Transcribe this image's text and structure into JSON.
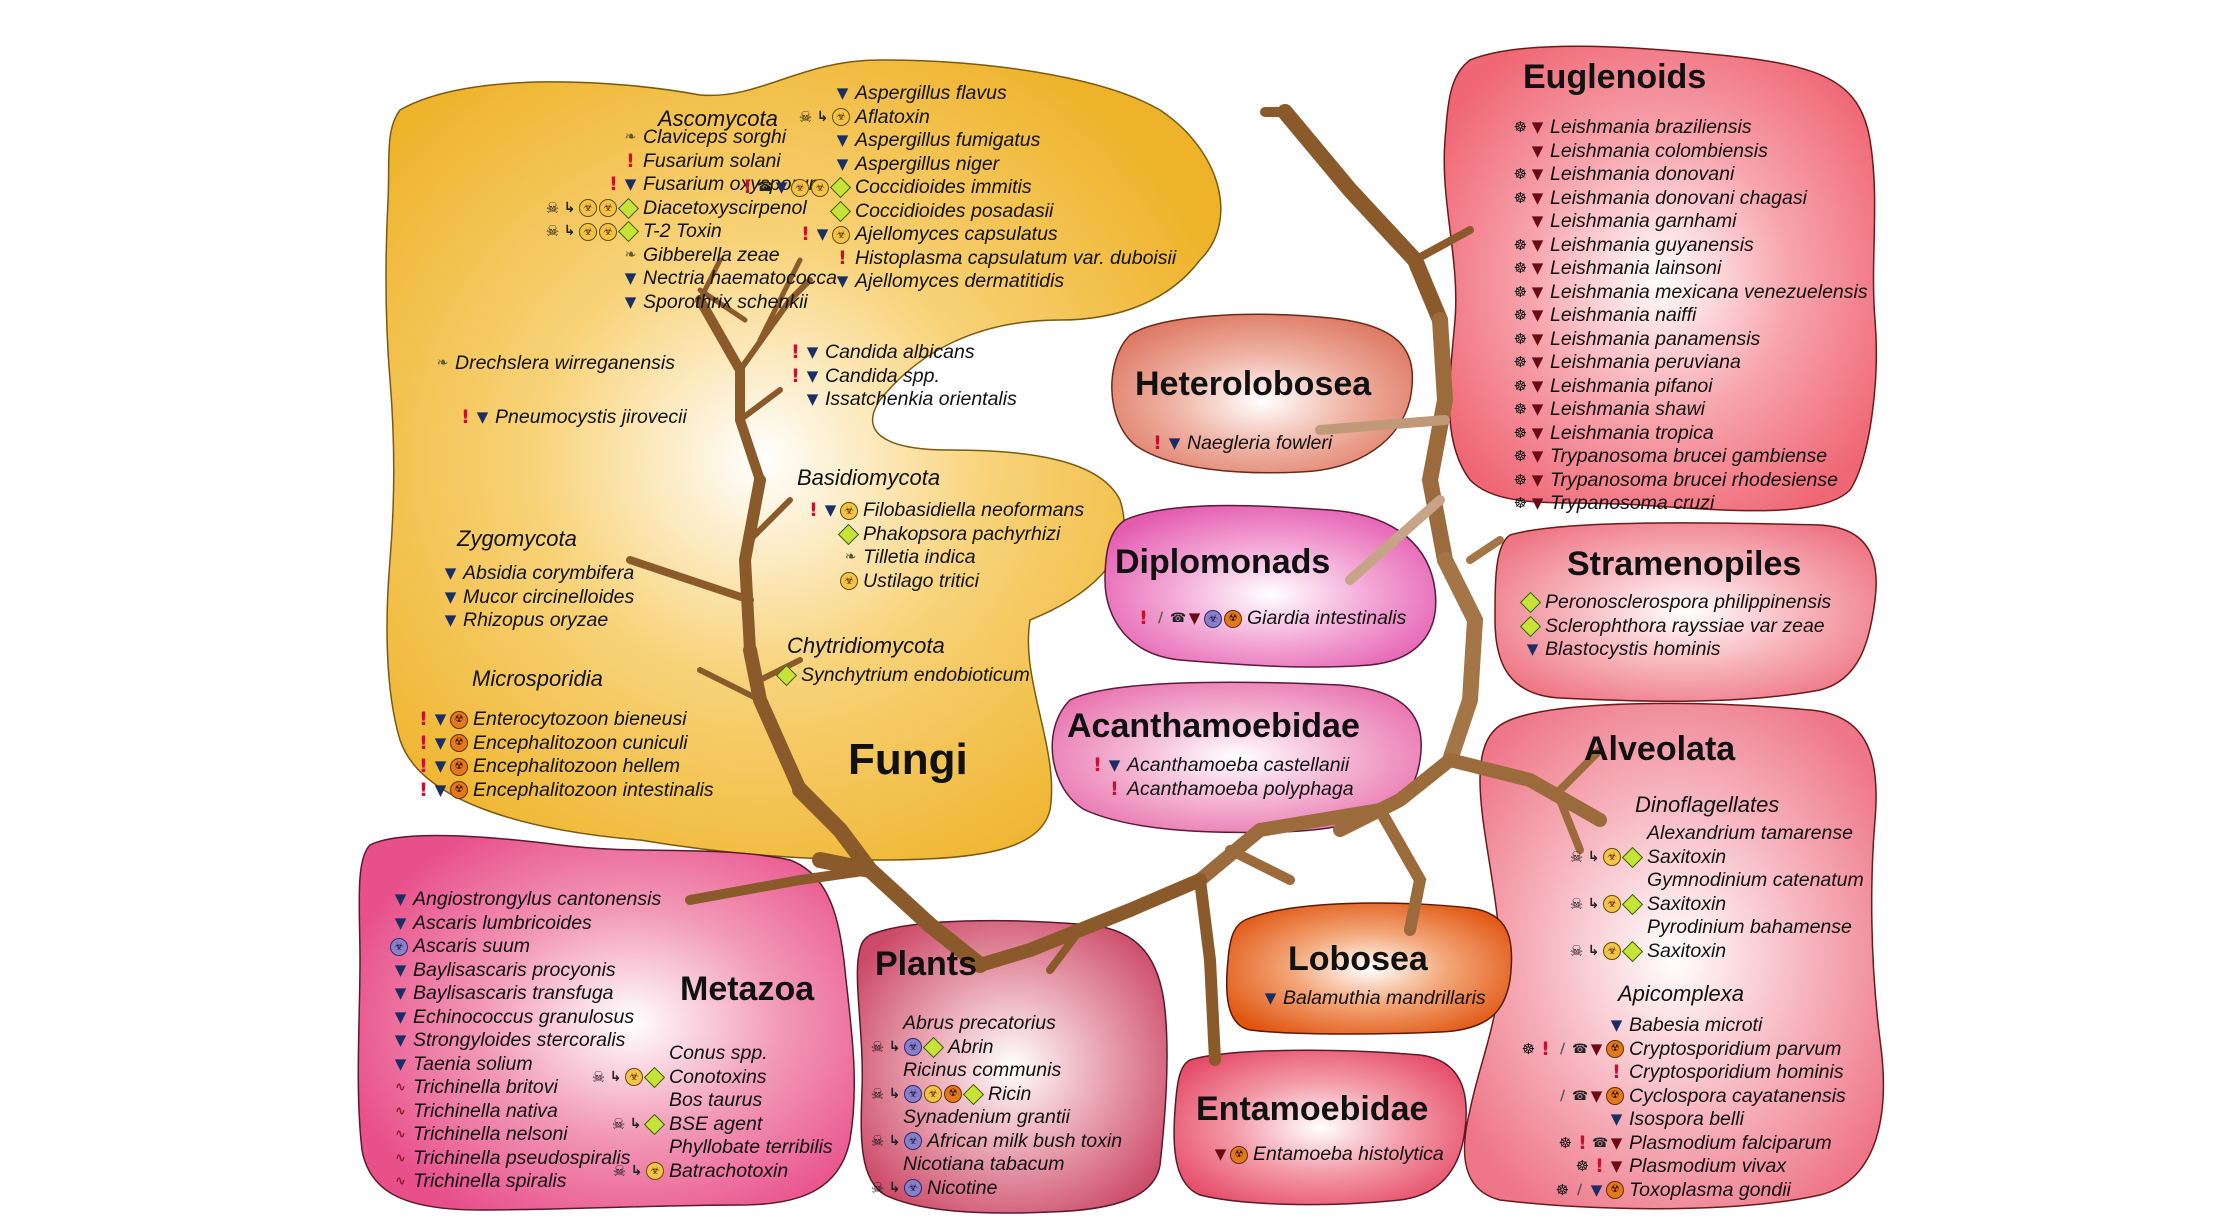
{
  "groups": {
    "fungi": {
      "title": "Fungi",
      "ascomycota": {
        "label": "Ascomycota",
        "left": [
          {
            "name": "Claviceps sorghi",
            "icons": [
              "leaf"
            ]
          },
          {
            "name": "Fusarium solani",
            "icons": [
              "ex"
            ]
          },
          {
            "name": "Fusarium oxysporum",
            "icons": [
              "ex",
              "funnel"
            ]
          },
          {
            "name": "Diacetoxyscirpenol",
            "icons": [
              "bones",
              "arrow",
              "bio",
              "bio",
              "diamond"
            ]
          },
          {
            "name": "T-2 Toxin",
            "icons": [
              "bones",
              "arrow",
              "bio",
              "bio",
              "diamond"
            ]
          },
          {
            "name": "Gibberella zeae",
            "icons": [
              "leaf"
            ]
          },
          {
            "name": "Nectria haematococca",
            "icons": [
              "funnel"
            ]
          },
          {
            "name": "Sporothrix schenkii",
            "icons": [
              "funnel"
            ]
          }
        ],
        "right": [
          {
            "name": "Aspergillus flavus",
            "icons": [
              "funnel"
            ]
          },
          {
            "name": "Aflatoxin",
            "icons": [
              "bones",
              "arrow",
              "bio"
            ]
          },
          {
            "name": "Aspergillus fumigatus",
            "icons": [
              "funnel"
            ]
          },
          {
            "name": "Aspergillus niger",
            "icons": [
              "funnel"
            ]
          },
          {
            "name": "Coccidioides immitis",
            "icons": [
              "ex",
              "phone",
              "funnel",
              "bio",
              "bio",
              "diamond"
            ]
          },
          {
            "name": "Coccidioides posadasii",
            "icons": [
              "diamond"
            ]
          },
          {
            "name": "Ajellomyces capsulatus",
            "icons": [
              "ex",
              "funnel",
              "bio"
            ]
          },
          {
            "name": "Histoplasma capsulatum var. duboisii",
            "icons": [
              "ex"
            ]
          },
          {
            "name": "Ajellomyces dermatitidis",
            "icons": [
              "funnel"
            ]
          }
        ],
        "drechslera": {
          "name": "Drechslera wirreganensis",
          "icons": [
            "leaf"
          ]
        },
        "pneumocystis": {
          "name": "Pneumocystis jirovecii",
          "icons": [
            "ex",
            "funnel"
          ]
        },
        "candida": [
          {
            "name": "Candida albicans",
            "icons": [
              "ex",
              "funnel"
            ]
          },
          {
            "name": "Candida spp.",
            "icons": [
              "ex",
              "funnel"
            ]
          },
          {
            "name": "Issatchenkia orientalis",
            "icons": [
              "funnel"
            ]
          }
        ]
      },
      "basidiomycota": {
        "label": "Basidiomycota",
        "items": [
          {
            "name": "Filobasidiella neoformans",
            "icons": [
              "ex",
              "funnel",
              "bio"
            ]
          },
          {
            "name": "Phakopsora pachyrhizi",
            "icons": [
              "diamond"
            ]
          },
          {
            "name": "Tilletia indica",
            "icons": [
              "leaf"
            ]
          },
          {
            "name": "Ustilago tritici",
            "icons": [
              "bio"
            ]
          }
        ]
      },
      "zygomycota": {
        "label": "Zygomycota",
        "items": [
          {
            "name": "Absidia corymbifera",
            "icons": [
              "funnel"
            ]
          },
          {
            "name": "Mucor circinelloides",
            "icons": [
              "funnel"
            ]
          },
          {
            "name": "Rhizopus oryzae",
            "icons": [
              "funnel"
            ]
          }
        ]
      },
      "chytridiomycota": {
        "label": "Chytridiomycota",
        "items": [
          {
            "name": "Synchytrium endobioticum",
            "icons": [
              "diamond"
            ]
          }
        ]
      },
      "microsporidia": {
        "label": "Microsporidia",
        "items": [
          {
            "name": "Enterocytozoon bieneusi",
            "icons": [
              "ex",
              "funnel",
              "orange"
            ]
          },
          {
            "name": "Encephalitozoon cuniculi",
            "icons": [
              "ex",
              "funnel",
              "orange"
            ]
          },
          {
            "name": "Encephalitozoon hellem",
            "icons": [
              "ex",
              "funnel",
              "orange"
            ]
          },
          {
            "name": "Encephalitozoon intestinalis",
            "icons": [
              "ex",
              "funnel",
              "orange"
            ]
          }
        ]
      }
    },
    "euglenoids": {
      "title": "Euglenoids",
      "items": [
        {
          "name": "Leishmania braziliensis",
          "icons": [
            "bug",
            "funnel-red"
          ]
        },
        {
          "name": "Leishmania colombiensis",
          "icons": [
            "funnel-red"
          ]
        },
        {
          "name": "Leishmania donovani",
          "icons": [
            "bug",
            "funnel-red"
          ]
        },
        {
          "name": "Leishmania donovani chagasi",
          "icons": [
            "bug",
            "funnel-red"
          ]
        },
        {
          "name": "Leishmania garnhami",
          "icons": [
            "funnel-red"
          ]
        },
        {
          "name": "Leishmania guyanensis",
          "icons": [
            "bug",
            "funnel-red"
          ]
        },
        {
          "name": "Leishmania lainsoni",
          "icons": [
            "bug",
            "funnel-red"
          ]
        },
        {
          "name": "Leishmania mexicana venezuelensis",
          "icons": [
            "bug",
            "funnel-red"
          ]
        },
        {
          "name": "Leishmania naiffi",
          "icons": [
            "bug",
            "funnel-red"
          ]
        },
        {
          "name": "Leishmania panamensis",
          "icons": [
            "bug",
            "funnel-red"
          ]
        },
        {
          "name": "Leishmania peruviana",
          "icons": [
            "bug",
            "funnel-red"
          ]
        },
        {
          "name": "Leishmania pifanoi",
          "icons": [
            "bug",
            "funnel-red"
          ]
        },
        {
          "name": "Leishmania shawi",
          "icons": [
            "bug",
            "funnel-red"
          ]
        },
        {
          "name": "Leishmania tropica",
          "icons": [
            "bug",
            "funnel-red"
          ]
        },
        {
          "name": "Trypanosoma brucei gambiense",
          "icons": [
            "bug",
            "funnel-red"
          ]
        },
        {
          "name": "Trypanosoma brucei rhodesiense",
          "icons": [
            "bug",
            "funnel-red"
          ]
        },
        {
          "name": "Trypanosoma cruzi",
          "icons": [
            "bug",
            "funnel-red"
          ]
        }
      ]
    },
    "heterolobosea": {
      "title": "Heterolobosea",
      "items": [
        {
          "name": "Naegleria fowleri",
          "icons": [
            "ex",
            "funnel"
          ]
        }
      ]
    },
    "diplomonads": {
      "title": "Diplomonads",
      "items": [
        {
          "name": "Giardia intestinalis",
          "icons": [
            "ex",
            "needle",
            "phone",
            "funnel-red",
            "bio-pur",
            "orange"
          ]
        }
      ]
    },
    "stramenopiles": {
      "title": "Stramenopiles",
      "items": [
        {
          "name": "Peronosclerospora philippinensis",
          "icons": [
            "diamond"
          ]
        },
        {
          "name": "Sclerophthora rayssiae var zeae",
          "icons": [
            "diamond"
          ]
        },
        {
          "name": "Blastocystis hominis",
          "icons": [
            "funnel"
          ]
        }
      ]
    },
    "acanthamoebidae": {
      "title": "Acanthamoebidae",
      "items": [
        {
          "name": "Acanthamoeba castellanii",
          "icons": [
            "ex",
            "funnel"
          ]
        },
        {
          "name": "Acanthamoeba polyphaga",
          "icons": [
            "ex"
          ]
        }
      ]
    },
    "alveolata": {
      "title": "Alveolata",
      "dinoflagellates": {
        "label": "Dinoflagellates",
        "items": [
          {
            "name": "Alexandrium tamarense",
            "icons": []
          },
          {
            "name": "Saxitoxin",
            "icons": [
              "bones",
              "arrow",
              "bio",
              "diamond"
            ]
          },
          {
            "name": "Gymnodinium catenatum",
            "icons": []
          },
          {
            "name": "Saxitoxin",
            "icons": [
              "bones",
              "arrow",
              "bio",
              "diamond"
            ]
          },
          {
            "name": "Pyrodinium bahamense",
            "icons": []
          },
          {
            "name": "Saxitoxin",
            "icons": [
              "bones",
              "arrow",
              "bio",
              "diamond"
            ]
          }
        ]
      },
      "apicomplexa": {
        "label": "Apicomplexa",
        "items": [
          {
            "name": "Babesia microti",
            "icons": [
              "funnel"
            ]
          },
          {
            "name": "Cryptosporidium parvum",
            "icons": [
              "bug",
              "ex",
              "needle",
              "phone",
              "funnel-red",
              "orange"
            ]
          },
          {
            "name": "Cryptosporidium hominis",
            "icons": [
              "ex"
            ]
          },
          {
            "name": "Cyclospora cayatanensis",
            "icons": [
              "needle",
              "phone",
              "funnel-red",
              "orange"
            ]
          },
          {
            "name": "Isospora belli",
            "icons": [
              "funnel"
            ]
          },
          {
            "name": "Plasmodium falciparum",
            "icons": [
              "bug",
              "ex",
              "phone",
              "funnel-red"
            ]
          },
          {
            "name": "Plasmodium vivax",
            "icons": [
              "bug",
              "ex",
              "funnel-red"
            ]
          },
          {
            "name": "Toxoplasma gondii",
            "icons": [
              "bug",
              "needle",
              "funnel",
              "orange"
            ]
          }
        ]
      }
    },
    "metazoa": {
      "title": "Metazoa",
      "items": [
        {
          "name": "Angiostrongylus cantonensis",
          "icons": [
            "funnel"
          ]
        },
        {
          "name": "Ascaris lumbricoides",
          "icons": [
            "funnel"
          ]
        },
        {
          "name": "Ascaris suum",
          "icons": [
            "bio-pur"
          ]
        },
        {
          "name": "Baylisascaris procyonis",
          "icons": [
            "funnel"
          ]
        },
        {
          "name": "Baylisascaris transfuga",
          "icons": [
            "funnel"
          ]
        },
        {
          "name": "Echinococcus granulosus",
          "icons": [
            "funnel"
          ]
        },
        {
          "name": "Strongyloides stercoralis",
          "icons": [
            "funnel"
          ]
        },
        {
          "name": "Taenia solium",
          "icons": [
            "funnel"
          ]
        },
        {
          "name": "Trichinella britovi",
          "icons": [
            "worm"
          ]
        },
        {
          "name": "Trichinella nativa",
          "icons": [
            "worm"
          ]
        },
        {
          "name": "Trichinella nelsoni",
          "icons": [
            "worm"
          ]
        },
        {
          "name": "Trichinella pseudospiralis",
          "icons": [
            "worm"
          ]
        },
        {
          "name": "Trichinella spiralis",
          "icons": [
            "worm"
          ]
        }
      ],
      "toxins": [
        {
          "name": "Conus spp.",
          "icons": []
        },
        {
          "name": "Conotoxins",
          "icons": [
            "bones",
            "arrow",
            "bio",
            "diamond"
          ]
        },
        {
          "name": "Bos taurus",
          "icons": []
        },
        {
          "name": "BSE agent",
          "icons": [
            "bones",
            "arrow",
            "diamond"
          ]
        },
        {
          "name": "Phyllobate terribilis",
          "icons": []
        },
        {
          "name": "Batrachotoxin",
          "icons": [
            "bones",
            "arrow",
            "bio"
          ]
        }
      ]
    },
    "plants": {
      "title": "Plants",
      "items": [
        {
          "name": "Abrus precatorius",
          "icons": []
        },
        {
          "name": "Abrin",
          "icons": [
            "bones",
            "arrow",
            "bio-pur",
            "diamond"
          ]
        },
        {
          "name": "Ricinus communis",
          "icons": []
        },
        {
          "name": "Ricin",
          "icons": [
            "bones",
            "arrow",
            "bio-pur",
            "bio",
            "orange",
            "diamond"
          ]
        },
        {
          "name": "Synadenium grantii",
          "icons": []
        },
        {
          "name": "African milk bush toxin",
          "icons": [
            "bones",
            "arrow",
            "bio-pur"
          ]
        },
        {
          "name": "Nicotiana tabacum",
          "icons": []
        },
        {
          "name": "Nicotine",
          "icons": [
            "bones",
            "arrow",
            "bio-pur"
          ]
        }
      ]
    },
    "lobosea": {
      "title": "Lobosea",
      "items": [
        {
          "name": "Balamuthia mandrillaris",
          "icons": [
            "funnel"
          ]
        }
      ]
    },
    "entamoebidae": {
      "title": "Entamoebidae",
      "items": [
        {
          "name": "Entamoeba histolytica",
          "icons": [
            "funnel-red",
            "orange"
          ]
        }
      ]
    }
  },
  "colors": {
    "fungi": "#f0b62e",
    "euglenoids": "#f06b78",
    "heterolobosea": "#e8826e",
    "diplomonads": "#e864b4",
    "stramenopiles": "#f07a86",
    "acanthamoebidae": "#ec74b0",
    "alveolata": "#f07a8e",
    "metazoa": "#ec5a8e",
    "plants": "#d4506c",
    "lobosea": "#e0561a",
    "entamoebidae": "#e8506a",
    "tree": "#8b5a2b"
  }
}
